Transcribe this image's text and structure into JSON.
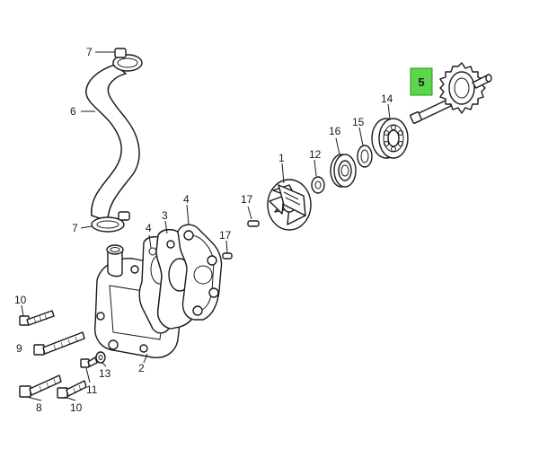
{
  "highlight": {
    "label": "5",
    "color": "#5cd64a"
  },
  "callouts": {
    "c7a": "7",
    "c6": "6",
    "c7b": "7",
    "c4a": "4",
    "c3": "3",
    "c4b": "4",
    "c17a": "17",
    "c17b": "17",
    "c1": "1",
    "c12": "12",
    "c16": "16",
    "c15": "15",
    "c14": "14",
    "c10a": "10",
    "c9": "9",
    "c11": "11",
    "c13": "13",
    "c2": "2",
    "c8": "8",
    "c10b": "10"
  }
}
